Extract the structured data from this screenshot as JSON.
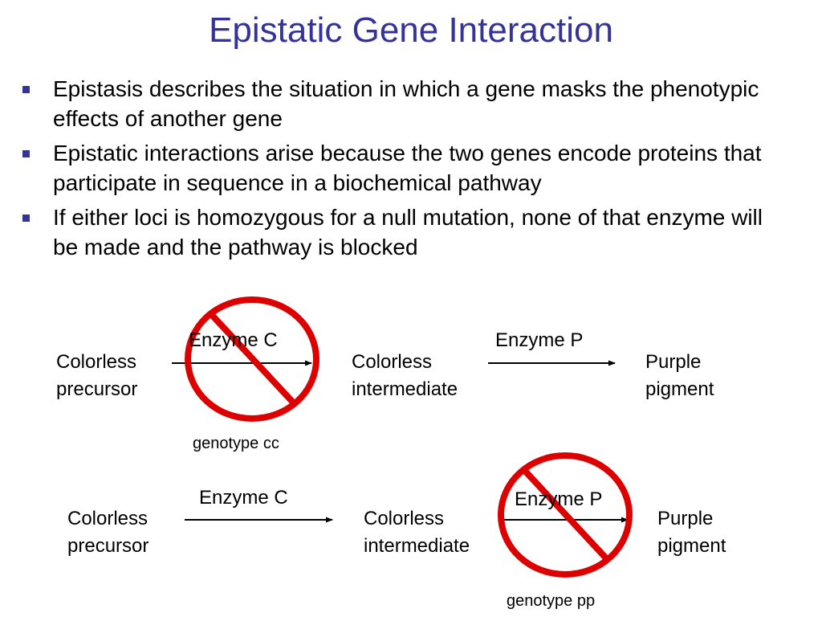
{
  "title": "Epistatic Gene Interaction",
  "bullets": [
    "Epistasis describes the situation in which a gene masks the phenotypic effects of another gene",
    "Epistatic interactions arise because the two genes encode proteins that participate in sequence in a biochemical pathway",
    "If either loci is homozygous for a null mutation, none of that enzyme will be made and the pathway is blocked"
  ],
  "pathway_1": {
    "substrate": [
      "Colorless",
      "precursor"
    ],
    "enzyme_1": "Enzyme C",
    "intermediate": [
      "Colorless",
      "intermediate"
    ],
    "enzyme_2": "Enzyme P",
    "product": [
      "Purple",
      "pigment"
    ],
    "genotype": "genotype cc"
  },
  "pathway_2": {
    "substrate": [
      "Colorless",
      "precursor"
    ],
    "enzyme_1": "Enzyme C",
    "intermediate": [
      "Colorless",
      "intermediate"
    ],
    "enzyme_2": "Enzyme P",
    "product": [
      "Purple",
      "pigment"
    ],
    "genotype": "genotype pp"
  },
  "colors": {
    "title": "#333399",
    "bullet": "#333399",
    "block_symbol": "#dd0000"
  },
  "icons": [
    "square-bullet-icon",
    "arrow-icon",
    "prohibition-sign-icon"
  ]
}
